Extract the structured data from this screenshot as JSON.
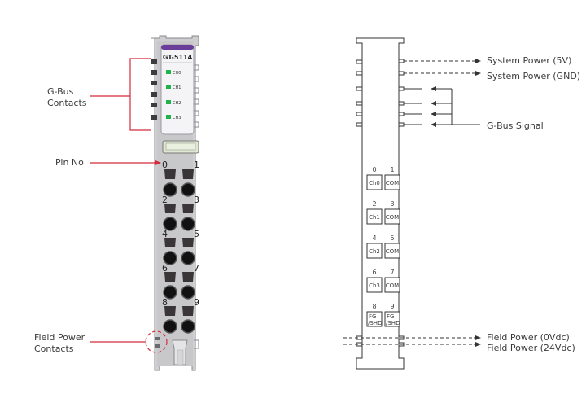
{
  "device": {
    "model": "GT-5114",
    "led_labels": [
      "CH0",
      "CH1",
      "CH2",
      "CH3"
    ],
    "led_color": "#22b24c",
    "header_color": "#6a3d9a",
    "pin_numbers": [
      "0",
      "1",
      "2",
      "3",
      "4",
      "5",
      "6",
      "7",
      "8",
      "9"
    ]
  },
  "left_callouts": {
    "gbus_contacts_line1": "G-Bus",
    "gbus_contacts_line2": "Contacts",
    "pin_no": "Pin No",
    "field_power_line1": "Field Power",
    "field_power_line2": "Contacts",
    "callout_color": "#d42b3a"
  },
  "schematic": {
    "terminals": [
      {
        "num": "0",
        "label": "Ch0"
      },
      {
        "num": "1",
        "label": "COM"
      },
      {
        "num": "2",
        "label": "Ch1"
      },
      {
        "num": "3",
        "label": "COM"
      },
      {
        "num": "4",
        "label": "Ch2"
      },
      {
        "num": "5",
        "label": "COM"
      },
      {
        "num": "6",
        "label": "Ch3"
      },
      {
        "num": "7",
        "label": "COM"
      },
      {
        "num": "8",
        "label_line1": "FG",
        "label_line2": "/SHD"
      },
      {
        "num": "9",
        "label_line1": "FG",
        "label_line2": "/SHD"
      }
    ],
    "signals": {
      "system_power_5v": "System Power (5V)",
      "system_power_gnd": "System Power (GND)",
      "gbus_signal": "G-Bus Signal",
      "field_power_0v": "Field Power (0Vdc)",
      "field_power_24v": "Field Power (24Vdc)"
    }
  }
}
